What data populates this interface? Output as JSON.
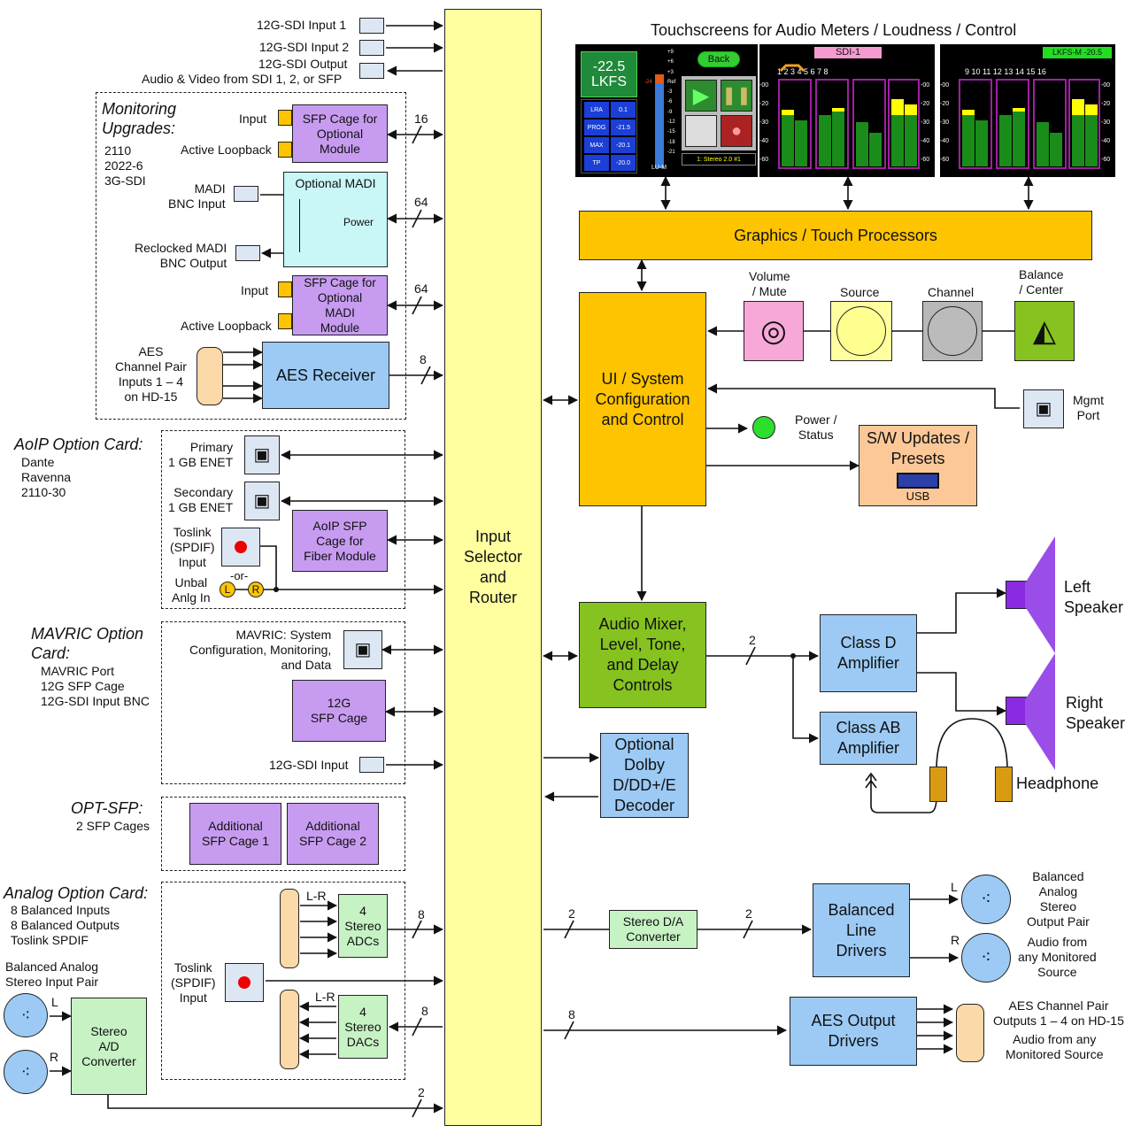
{
  "title": "Touchscreens for Audio Meters / Loudness / Control",
  "router": "Input\nSelector\nand\nRouter",
  "top_io": {
    "sdi1": "12G-SDI Input 1",
    "sdi2": "12G-SDI Input 2",
    "sdiout": "12G-SDI Output",
    "sdiout_note": "Audio & Video from SDI 1, 2, or SFP"
  },
  "monitoring": {
    "title": "Monitoring\nUpgrades:",
    "formats": "2110\n2022-6\n3G-SDI",
    "input": "Input",
    "loopback": "Active Loopback",
    "sfp": "SFP Cage for\nOptional\nModule",
    "bus16": "16",
    "madi_in": "MADI\nBNC Input",
    "madi_box": "Optional MADI",
    "power": "Power",
    "madi_out": "Reclocked MADI\nBNC Output",
    "bus64a": "64",
    "input2": "Input",
    "loopback2": "Active Loopback",
    "sfp2": "SFP Cage for\nOptional\nMADI\nModule",
    "bus64b": "64",
    "aes_label": "AES\nChannel Pair\nInputs 1 – 4\non HD-15",
    "aes_rx": "AES Receiver",
    "bus8": "8"
  },
  "aoip": {
    "title": "AoIP Option Card:",
    "protocols": "Dante\nRavenna\n2110-30",
    "primary": "Primary\n1 GB ENET",
    "secondary": "Secondary\n1 GB ENET",
    "toslink": "Toslink\n(SPDIF)\nInput",
    "sfp": "AoIP SFP\nCage for\nFiber Module",
    "or": "-or-",
    "unbal": "Unbal\nAnlg In",
    "l": "L",
    "r": "R"
  },
  "mavric": {
    "title": "MAVRIC Option\nCard:",
    "items": "MAVRIC Port\n12G SFP Cage\n12G-SDI Input BNC",
    "port": "MAVRIC: System\nConfiguration, Monitoring,\nand Data",
    "sfp": "12G\nSFP Cage",
    "sdi": "12G-SDI Input"
  },
  "optsfp": {
    "title": "OPT-SFP:",
    "items": "2 SFP Cages",
    "sfp1": "Additional\nSFP Cage 1",
    "sfp2": "Additional\nSFP Cage 2"
  },
  "analog": {
    "title": "Analog Option Card:",
    "items": "8 Balanced Inputs\n8 Balanced Outputs\nToslink SPDIF",
    "lr1": "L-R",
    "adc": "4\nStereo\nADCs",
    "bus8a": "8",
    "toslink": "Toslink\n(SPDIF)\nInput",
    "lr2": "L-R",
    "dac": "4\nStereo\nDACs",
    "bus8b": "8",
    "bal_in": "Balanced Analog\nStereo Input Pair",
    "l": "L",
    "r": "R",
    "ad": "Stereo\nA/D\nConverter",
    "bus2": "2"
  },
  "right": {
    "graphics": "Graphics / Touch Processors",
    "ui": "UI / System\nConfiguration\nand Control",
    "volume": "Volume\n/ Mute",
    "source": "Source",
    "channel": "Channel",
    "balance": "Balance\n/ Center",
    "mgmt": "Mgmt\nPort",
    "power": "Power /\nStatus",
    "sw": "S/W Updates /\nPresets",
    "usb": "USB",
    "mixer": "Audio Mixer,\nLevel, Tone,\nand Delay\nControls",
    "bus2a": "2",
    "classd": "Class D\nAmplifier",
    "classab": "Class AB\nAmplifier",
    "left_spk": "Left\nSpeaker",
    "right_spk": "Right\nSpeaker",
    "headphone": "Headphone",
    "dolby": "Optional\nDolby\nD/DD+/E\nDecoder",
    "bus2b": "2",
    "da": "Stereo D/A\nConverter",
    "bus2c": "2",
    "bld": "Balanced\nLine\nDrivers",
    "bal_out": "Balanced\nAnalog\nStereo\nOutput Pair",
    "l": "L",
    "r": "R",
    "monitored": "Audio from\nany Monitored\nSource",
    "bus8": "8",
    "aes_out": "AES Output\nDrivers",
    "aes_out_label": "AES Channel Pair\nOutputs 1 – 4  on HD-15",
    "aes_out_src": "Audio from any\nMonitored Source"
  },
  "screen1": {
    "value": "-22.5",
    "unit": "LKFS",
    "rows": [
      [
        "LRA",
        "0.1"
      ],
      [
        "PROG",
        "-21.5"
      ],
      [
        "MAX",
        "-20.1"
      ],
      [
        "TP",
        "-20.0"
      ]
    ],
    "scale": [
      "+9",
      "+6",
      "+3",
      "Ref",
      "-3",
      "-6",
      "-9",
      "-12",
      "-15",
      "-18",
      "-21"
    ],
    "ref24": "-24",
    "lum": "LU-M",
    "back": "Back",
    "stereo": "1: Stereo 2.0 #1"
  },
  "screen2": {
    "tag": "SDI-1",
    "channels": "1  2    3    4    5    6    7    8",
    "ticks": [
      "-00",
      "-20",
      "-30",
      "-40",
      "-60"
    ]
  },
  "screen3": {
    "tag": "LKFS-M  -20.5",
    "channels": "9  10    11  12   13   14   15  16",
    "ticks": [
      "-00",
      "-20",
      "-30",
      "-40",
      "-60"
    ]
  },
  "colors": {
    "router": "#ffffa0",
    "gold": "#ffc400",
    "purple": "#c79cf0",
    "blue": "#9ccaf5",
    "green": "#c7f2c4",
    "lime": "#86c220",
    "peach": "#fdc898",
    "speaker": "#8a2be2"
  }
}
